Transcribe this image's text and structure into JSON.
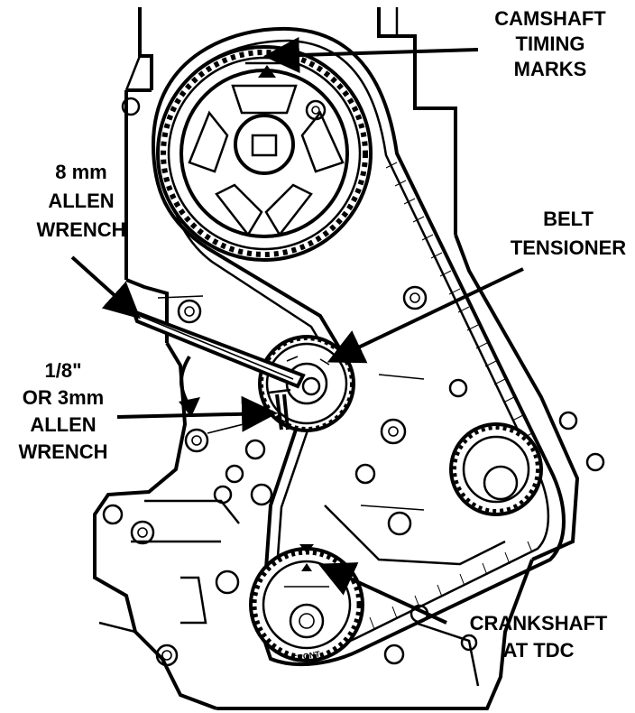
{
  "callouts": {
    "camshaft": [
      "CAMSHAFT",
      "TIMING",
      "MARKS"
    ],
    "allen_8mm": [
      "8 mm",
      "ALLEN",
      "WRENCH"
    ],
    "belt_tensioner": [
      "BELT",
      "TENSIONER"
    ],
    "allen_3mm": [
      "1/8\"",
      "OR 3mm",
      "ALLEN",
      "WRENCH"
    ],
    "crankshaft": [
      "CRANKSHAFT",
      "AT TDC"
    ]
  },
  "stamped_text": {
    "crank_front": "FRONT"
  },
  "colors": {
    "ink": "#000000",
    "paper": "#ffffff"
  }
}
